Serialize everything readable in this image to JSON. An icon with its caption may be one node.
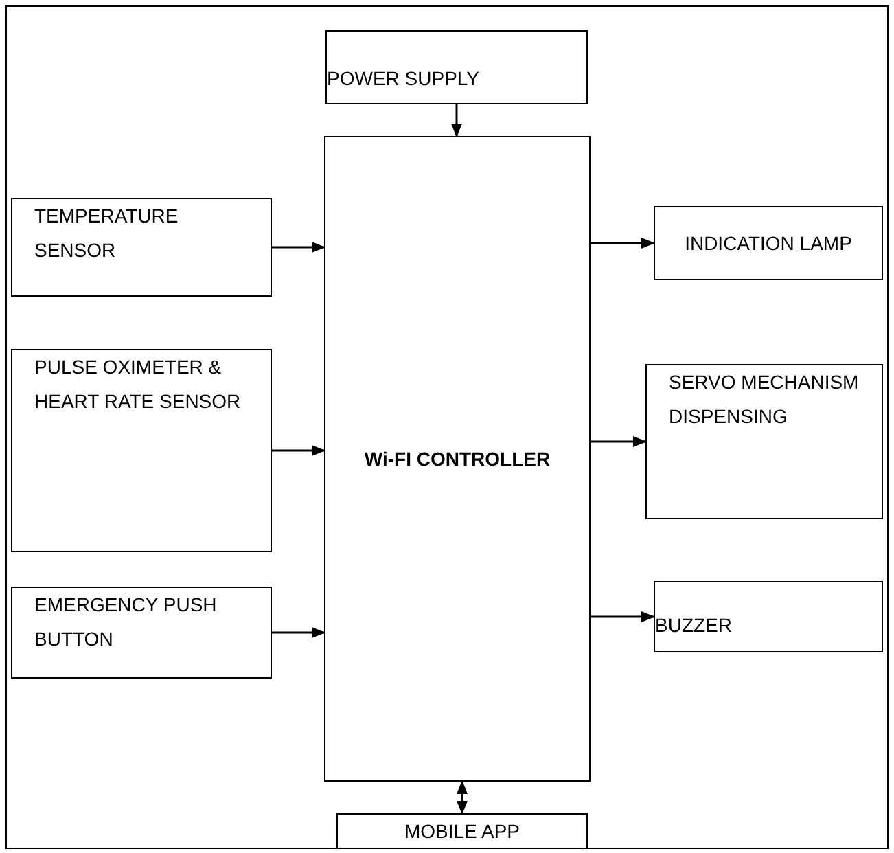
{
  "diagram": {
    "nodes": [
      {
        "text": [
          "POWER SUPPLY"
        ]
      },
      {
        "text": [
          "TEMPERATURE SENSOR"
        ]
      },
      {
        "text": [
          "PULSE OXIMETER & HEART RATE SENSOR"
        ]
      },
      {
        "text": [
          "EMERGENCY PUSH BUTTON"
        ]
      },
      {
        "text": [
          "Wi-FI CONTROLLER"
        ]
      },
      {
        "text": [
          "INDICATION LAMP"
        ]
      },
      {
        "text": [
          "SERVO MECHANISM DISPENSING"
        ]
      },
      {
        "text": [
          "BUZZER"
        ]
      },
      {
        "text": [
          "MOBILE APP"
        ]
      }
    ],
    "edges": [
      {
        "from": 0,
        "to": 4,
        "arrow": "to"
      },
      {
        "from": 1,
        "to": 4,
        "arrow": "to"
      },
      {
        "from": 2,
        "to": 4,
        "arrow": "to"
      },
      {
        "from": 3,
        "to": 4,
        "arrow": "to"
      },
      {
        "from": 4,
        "to": 5,
        "arrow": "to"
      },
      {
        "from": 4,
        "to": 6,
        "arrow": "to"
      },
      {
        "from": 4,
        "to": 7,
        "arrow": "to"
      },
      {
        "from": 4,
        "to": 8,
        "arrow": "both"
      }
    ]
  }
}
